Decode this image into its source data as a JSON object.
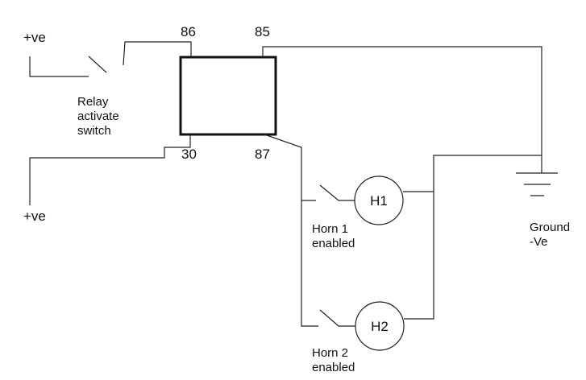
{
  "diagram": {
    "supply_top": "+ve",
    "supply_bottom": "+ve",
    "pin_86": "86",
    "pin_85": "85",
    "pin_30": "30",
    "pin_87": "87",
    "switch_label": [
      "Relay",
      "activate",
      "switch"
    ],
    "horn_1": "H1",
    "horn_2": "H2",
    "horn_1_switch_label": [
      "Horn 1",
      "enabled"
    ],
    "horn_2_switch_label": [
      "Horn 2",
      "enabled"
    ],
    "ground_label": [
      "Ground",
      "-Ve"
    ]
  }
}
